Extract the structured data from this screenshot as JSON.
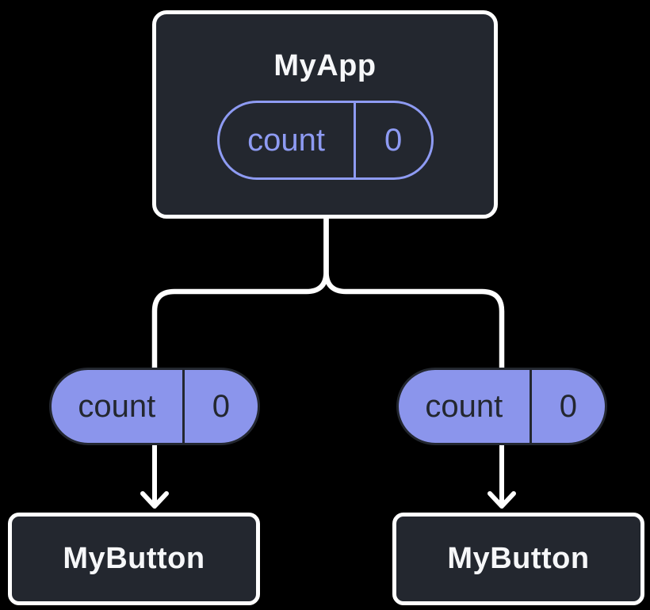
{
  "diagram": {
    "root": {
      "title": "MyApp",
      "state": {
        "name": "count",
        "value": "0"
      }
    },
    "children": [
      {
        "title": "MyButton",
        "prop": {
          "name": "count",
          "value": "0"
        }
      },
      {
        "title": "MyButton",
        "prop": {
          "name": "count",
          "value": "0"
        }
      }
    ]
  },
  "colors": {
    "background": "#000000",
    "node-fill": "#23272f",
    "node-border": "#ffffff",
    "connector": "#ffffff",
    "purple-line": "#8e9bf3",
    "purple-fill": "#8b95ec",
    "pill-dark-text": "#23272f",
    "title-text": "#f6f7f9"
  }
}
